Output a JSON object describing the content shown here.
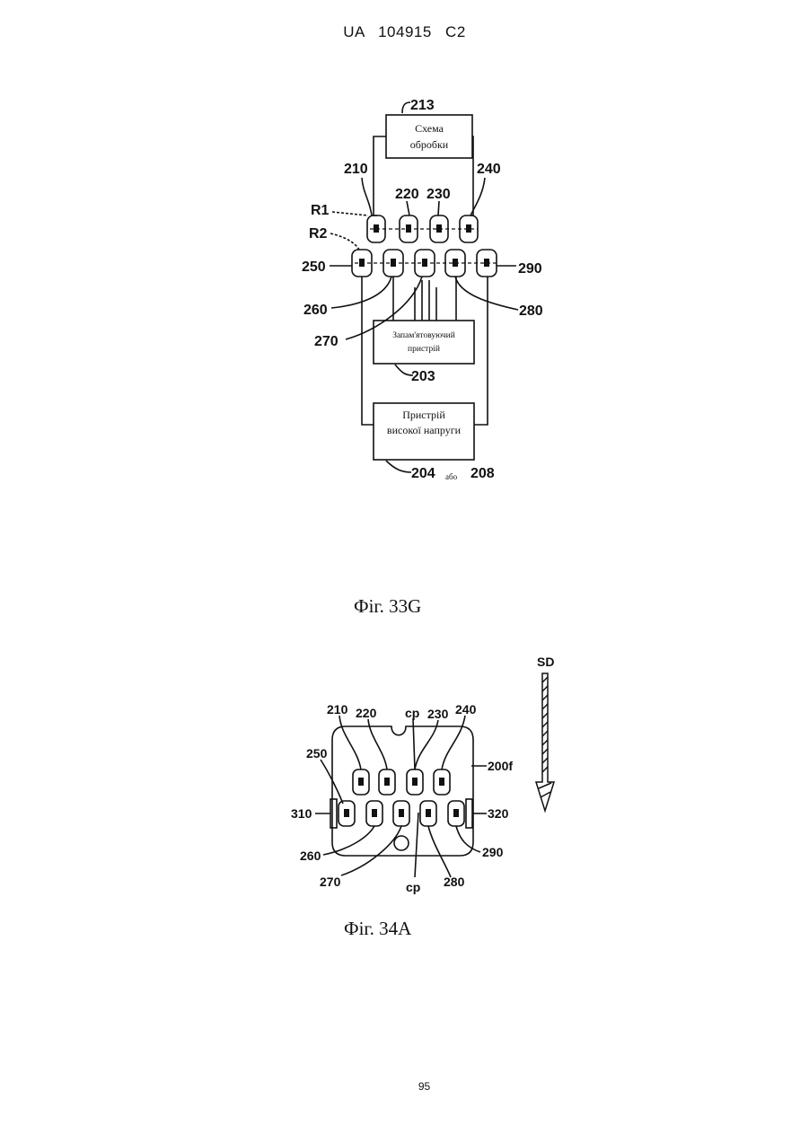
{
  "header": {
    "text": "UA   104915   C2"
  },
  "fig33g": {
    "caption": "Фіг. 33G",
    "box_processing_line1": "Схема",
    "box_processing_line2": "обробки",
    "box_memory_line1": "Запам'ятовуючий",
    "box_memory_line2": "пристрій",
    "box_hv_line1": "Пристрій",
    "box_hv_line2": "високої напруги",
    "labels": {
      "l213": "213",
      "l210": "210",
      "l220": "220",
      "l230": "230",
      "l240": "240",
      "r1": "R1",
      "r2": "R2",
      "l250": "250",
      "l290": "290",
      "l260": "260",
      "l270": "270",
      "l280": "280",
      "l203": "203",
      "l204": "204",
      "abo": "або",
      "l208": "208"
    }
  },
  "fig34a": {
    "caption": "Фіг. 34А",
    "labels": {
      "sd": "SD",
      "l210": "210",
      "l220": "220",
      "cp_top": "cp",
      "l230": "230",
      "l240": "240",
      "l250": "250",
      "l200f": "200f",
      "l310": "310",
      "l320": "320",
      "l260": "260",
      "l290": "290",
      "l270": "270",
      "cp_bottom": "cp",
      "l280": "280"
    }
  },
  "page_number": "95"
}
